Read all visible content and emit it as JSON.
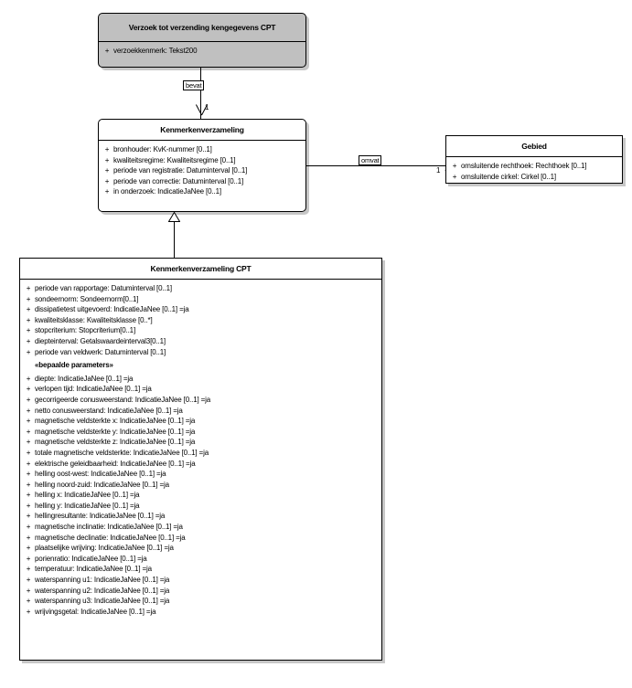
{
  "diagram": {
    "type": "uml-class-diagram",
    "background_color": "#ffffff",
    "shaded_class_color": "#c0c0c0",
    "line_color": "#000000"
  },
  "classes": [
    {
      "id": "verzoek",
      "name": "Verzoek tot verzending kengegevens CPT",
      "style": "shaded",
      "attributes": [
        {
          "visibility": "+",
          "text": "verzoekkenmerk: Tekst200"
        }
      ]
    },
    {
      "id": "kenmerkenverzameling",
      "name": "Kenmerkenverzameling",
      "style": "plain",
      "attributes": [
        {
          "visibility": "+",
          "text": "bronhouder: KvK-nummer [0..1]"
        },
        {
          "visibility": "+",
          "text": "kwaliteitsregime: Kwaliteitsregime [0..1]"
        },
        {
          "visibility": "+",
          "text": "periode van registratie: Datuminterval [0..1]"
        },
        {
          "visibility": "+",
          "text": "periode van correctie: Datuminterval [0..1]"
        },
        {
          "visibility": "+",
          "text": "in onderzoek: IndicatieJaNee [0..1]"
        }
      ]
    },
    {
      "id": "gebied",
      "name": "Gebied",
      "style": "plain",
      "attributes": [
        {
          "visibility": "+",
          "text": "omsluitende rechthoek: Rechthoek [0..1]"
        },
        {
          "visibility": "+",
          "text": "omsluitende cirkel: Cirkel [0..1]"
        }
      ]
    },
    {
      "id": "kenmerkenverzameling_cpt",
      "name": "Kenmerkenverzameling CPT",
      "style": "plain",
      "attributes": [
        {
          "visibility": "+",
          "text": "periode van rapportage: Datuminterval [0..1]"
        },
        {
          "visibility": "+",
          "text": "sondeernorm: Sondeernorm[0..1]"
        },
        {
          "visibility": "+",
          "text": "dissipatietest uitgevoerd: IndicatieJaNee [0..1] =ja"
        },
        {
          "visibility": "+",
          "text": "kwaliteitsklasse: Kwaliteitsklasse [0..*]"
        },
        {
          "visibility": "+",
          "text": "stopcriterium: Stopcriterium[0..1]"
        },
        {
          "visibility": "+",
          "text": "diepteinterval: Getalswaardeinterval3[0..1]"
        },
        {
          "visibility": "+",
          "text": "periode van veldwerk: Datuminterval [0..1]"
        },
        {
          "visibility": "",
          "text": "«bepaalde parameters»",
          "stereotype": true
        },
        {
          "visibility": "+",
          "text": "diepte: IndicatieJaNee [0..1] =ja"
        },
        {
          "visibility": "+",
          "text": "verlopen tijd: IndicatieJaNee [0..1] =ja"
        },
        {
          "visibility": "+",
          "text": "gecorrigeerde conusweerstand: IndicatieJaNee [0..1] =ja"
        },
        {
          "visibility": "+",
          "text": "netto conusweerstand: IndicatieJaNee [0..1] =ja"
        },
        {
          "visibility": "+",
          "text": "magnetische veldsterkte x: IndicatieJaNee [0..1] =ja"
        },
        {
          "visibility": "+",
          "text": "magnetische veldsterkte y: IndicatieJaNee [0..1] =ja"
        },
        {
          "visibility": "+",
          "text": "magnetische veldsterkte z: IndicatieJaNee [0..1] =ja"
        },
        {
          "visibility": "+",
          "text": "totale magnetische veldsterkte: IndicatieJaNee [0..1] =ja"
        },
        {
          "visibility": "+",
          "text": "elektrische geleidbaarheid: IndicatieJaNee [0..1] =ja"
        },
        {
          "visibility": "+",
          "text": "helling oost-west: IndicatieJaNee [0..1] =ja"
        },
        {
          "visibility": "+",
          "text": "helling noord-zuid: IndicatieJaNee [0..1] =ja"
        },
        {
          "visibility": "+",
          "text": "helling x: IndicatieJaNee [0..1] =ja"
        },
        {
          "visibility": "+",
          "text": "helling y: IndicatieJaNee [0..1] =ja"
        },
        {
          "visibility": "+",
          "text": "hellingresultante: IndicatieJaNee [0..1] =ja"
        },
        {
          "visibility": "+",
          "text": "magnetische inclinatie: IndicatieJaNee [0..1] =ja"
        },
        {
          "visibility": "+",
          "text": "magnetische declinatie: IndicatieJaNee [0..1] =ja"
        },
        {
          "visibility": "+",
          "text": "plaatselijke wrijving: IndicatieJaNee [0..1] =ja"
        },
        {
          "visibility": "+",
          "text": "porienratio: IndicatieJaNee [0..1] =ja"
        },
        {
          "visibility": "+",
          "text": "temperatuur: IndicatieJaNee [0..1] =ja"
        },
        {
          "visibility": "+",
          "text": "waterspanning u1: IndicatieJaNee [0..1] =ja"
        },
        {
          "visibility": "+",
          "text": "waterspanning u2: IndicatieJaNee [0..1] =ja"
        },
        {
          "visibility": "+",
          "text": "waterspanning u3: IndicatieJaNee [0..1] =ja"
        },
        {
          "visibility": "+",
          "text": "wrijvingsgetal: IndicatieJaNee [0..1] =ja"
        }
      ]
    }
  ],
  "relations": [
    {
      "id": "bevat",
      "label": "bevat",
      "from": "verzoek",
      "to": "kenmerkenverzameling",
      "target_multiplicity": "1",
      "arrow": "open-down"
    },
    {
      "id": "omvat",
      "label": "omvat",
      "from": "kenmerkenverzameling",
      "to": "gebied",
      "target_multiplicity": "1",
      "arrow": "open-right"
    },
    {
      "id": "generalization",
      "label": "",
      "from": "kenmerkenverzameling_cpt",
      "to": "kenmerkenverzameling",
      "target_multiplicity": "",
      "arrow": "hollow-triangle-up"
    }
  ]
}
